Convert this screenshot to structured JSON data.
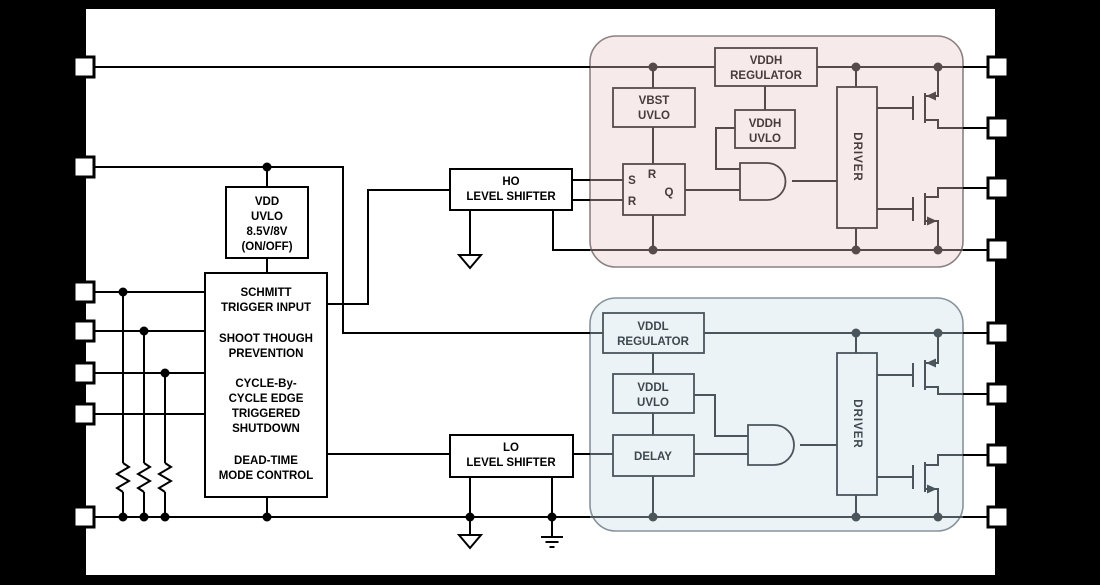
{
  "colors": {
    "background": "#000000",
    "canvas": "#ffffff",
    "wire": "#000000",
    "high_side_region_fill": "#f6eaea",
    "high_side_region_border": "#8b8282",
    "high_side_line": "#564a4a",
    "low_side_region_fill": "#ecf3f6",
    "low_side_region_border": "#87939a",
    "low_side_line": "#4a555c"
  },
  "blocks": {
    "vdd_uvlo": {
      "lines": [
        "VDD",
        "UVLO",
        "8.5V/8V",
        "(ON/OFF)"
      ]
    },
    "input_logic": {
      "lines": [
        "SCHMITT",
        "TRIGGER INPUT",
        "SHOOT THOUGH",
        "PREVENTION",
        "CYCLE-By-",
        "CYCLE EDGE",
        "TRIGGERED",
        "SHUTDOWN",
        "DEAD-TIME",
        "MODE CONTROL"
      ]
    },
    "ho_level_shifter": {
      "lines": [
        "HO",
        "LEVEL SHIFTER"
      ]
    },
    "lo_level_shifter": {
      "lines": [
        "LO",
        "LEVEL SHIFTER"
      ]
    }
  },
  "high_side": {
    "vddh_regulator": {
      "lines": [
        "VDDH",
        "REGULATOR"
      ]
    },
    "vbst_uvlo": {
      "lines": [
        "VBST",
        "UVLO"
      ]
    },
    "vddh_uvlo": {
      "lines": [
        "VDDH",
        "UVLO"
      ]
    },
    "sr_latch": {
      "s": "S",
      "r_top": "R",
      "r_bottom": "R",
      "q": "Q"
    },
    "driver": "DRIVER"
  },
  "low_side": {
    "vddl_regulator": {
      "lines": [
        "VDDL",
        "REGULATOR"
      ]
    },
    "vddl_uvlo": {
      "lines": [
        "VDDL",
        "UVLO"
      ]
    },
    "delay": "DELAY",
    "driver": "DRIVER"
  }
}
